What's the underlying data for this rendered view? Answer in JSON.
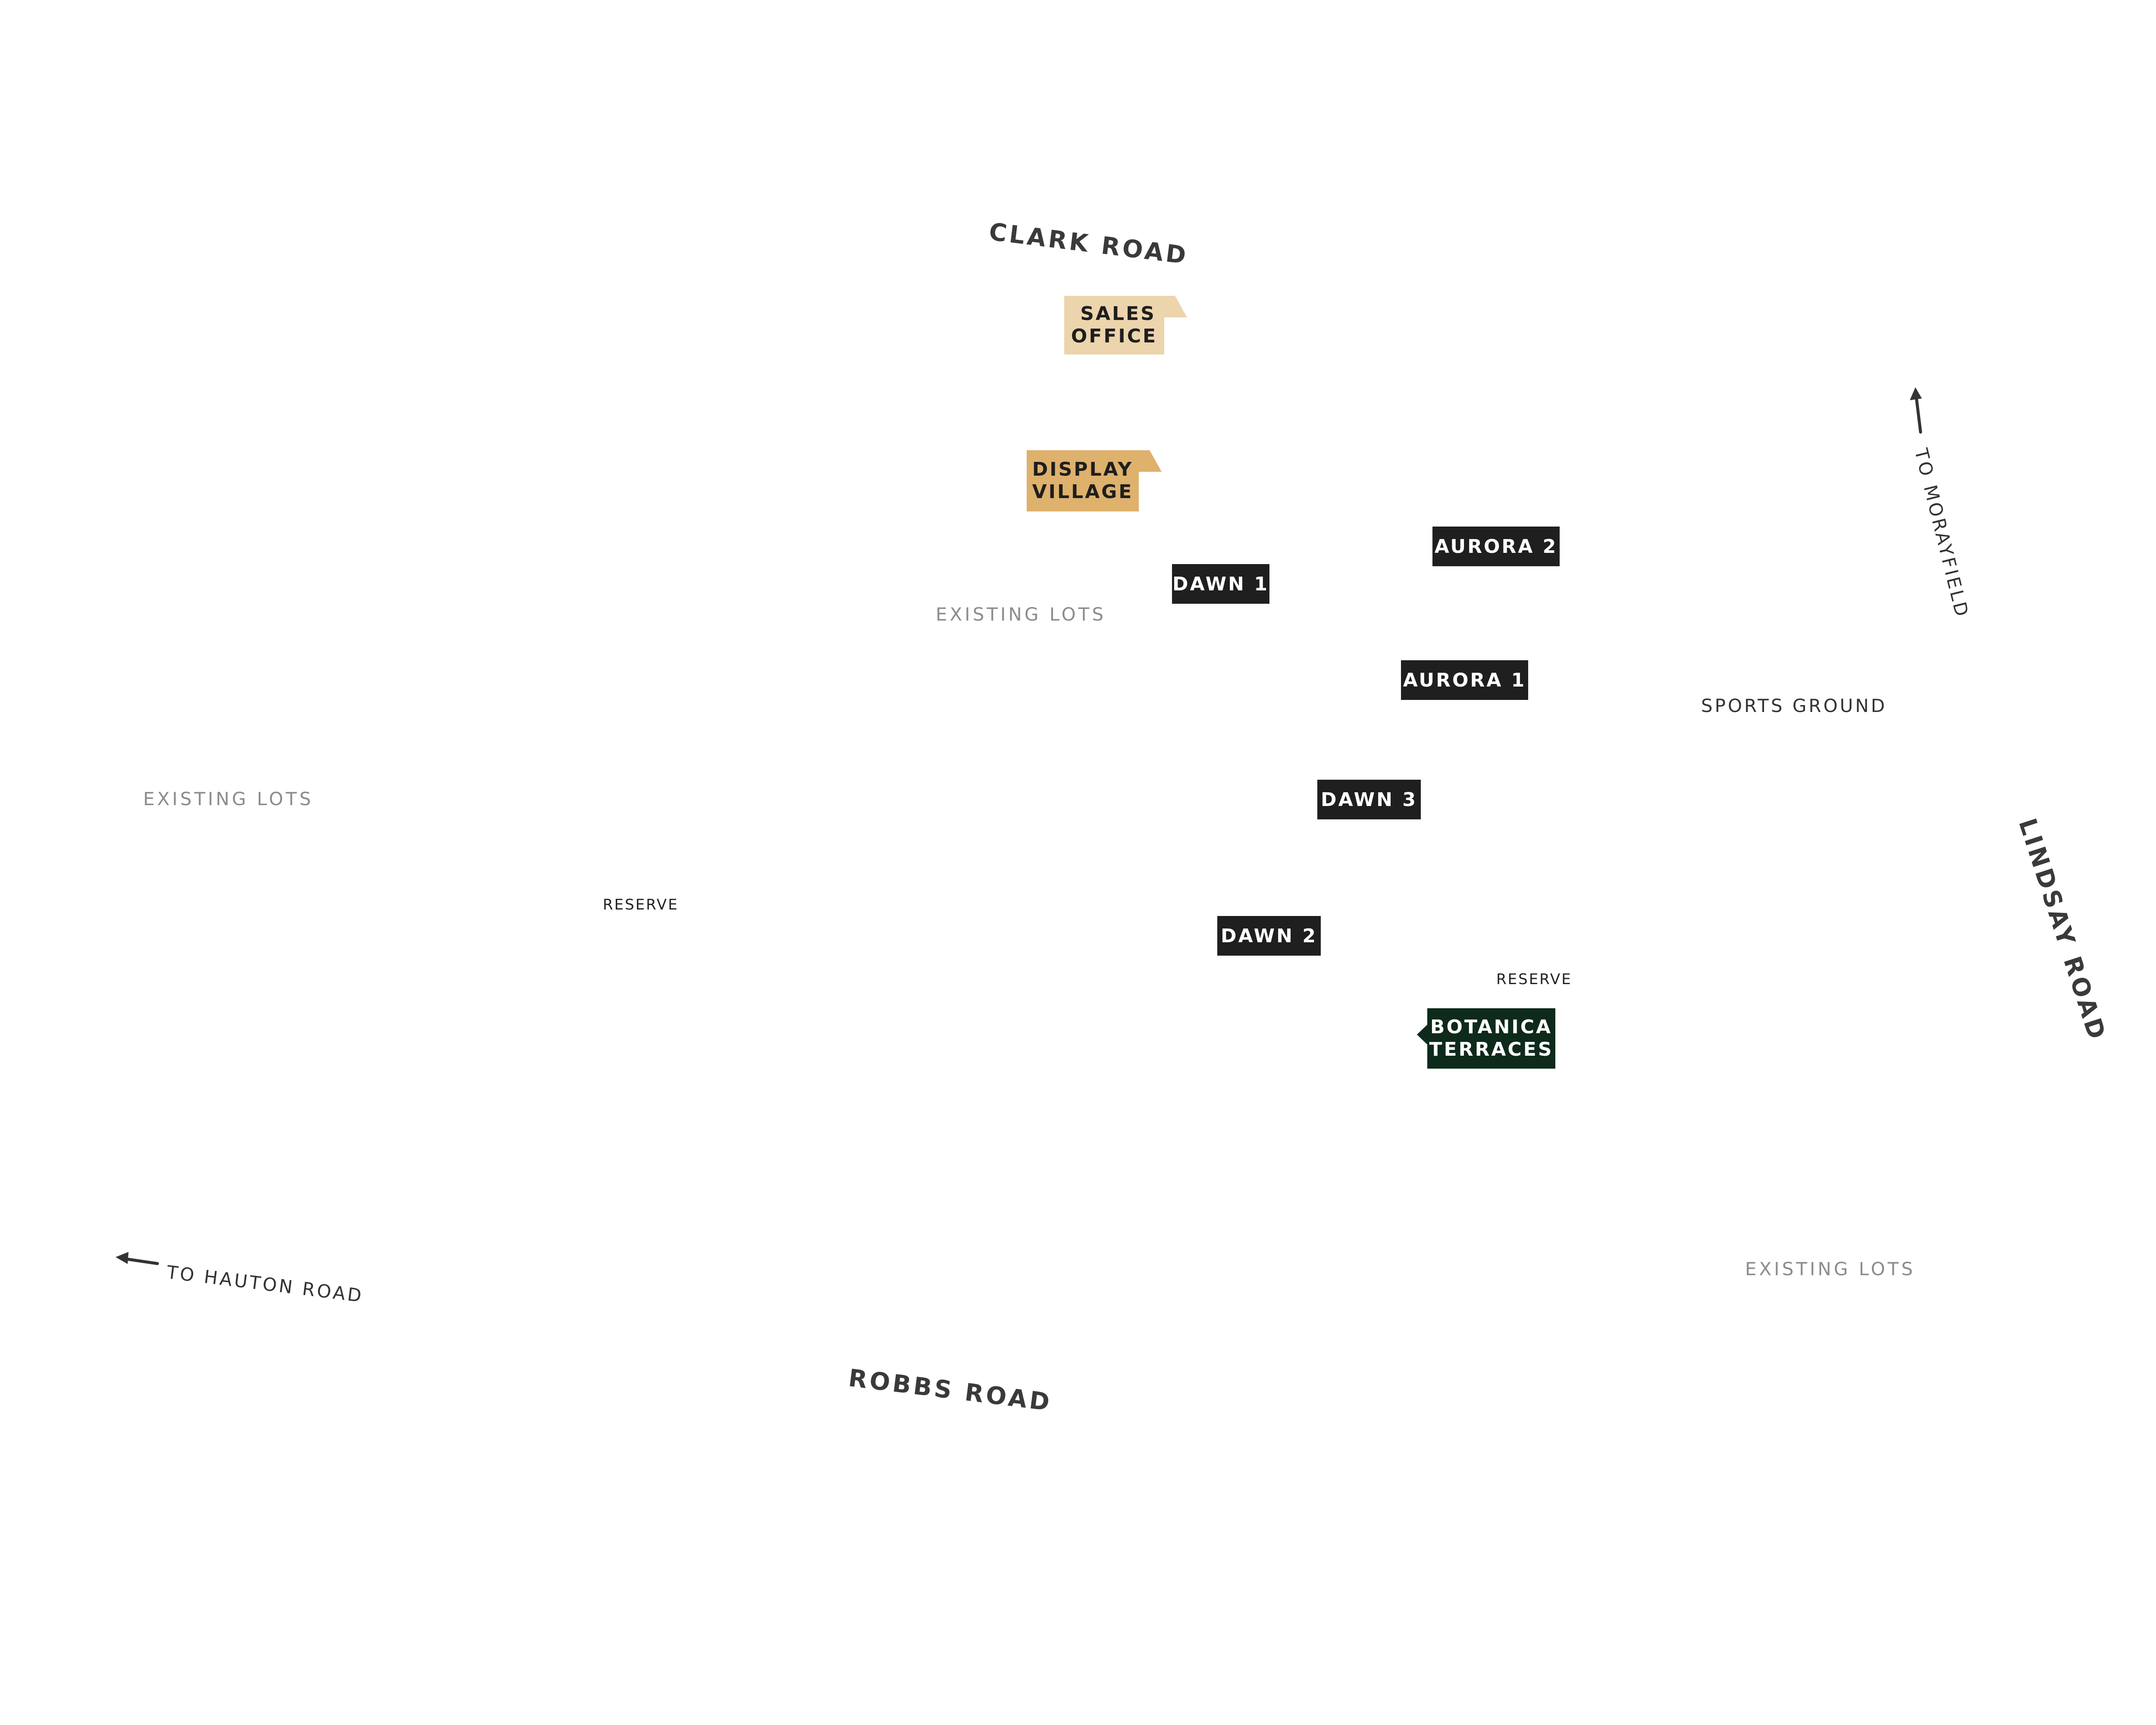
{
  "map": {
    "roads": {
      "north": "CLARK ROAD",
      "south": "ROBBS ROAD",
      "east": "LINDSAY ROAD"
    },
    "directions": {
      "north_east": "TO MORAYFIELD",
      "south_west": "TO HAUTON ROAD"
    },
    "areas": {
      "existing_lots_center": "EXISTING LOTS",
      "existing_lots_west": "EXISTING LOTS",
      "existing_lots_south_east": "EXISTING LOTS",
      "sports_ground": "SPORTS GROUND",
      "reserve_west": "RESERVE",
      "reserve_east": "RESERVE"
    },
    "tags": {
      "sales_office": [
        "SALES",
        "OFFICE"
      ],
      "display_village": [
        "DISPLAY",
        "VILLAGE"
      ],
      "dawn_1": "DAWN 1",
      "dawn_2": "DAWN 2",
      "dawn_3": "DAWN 3",
      "aurora_1": "AURORA 1",
      "aurora_2": "AURORA 2",
      "botanica_terraces": [
        "BOTANICA",
        "TERRACES"
      ]
    },
    "colors": {
      "stage_tag": "#1f1f1f",
      "botanica_tag": "#0d2a1b",
      "sales_office_tag": "#ecd4ac",
      "display_village_tag": "#deb16c",
      "road_text": "#3a3a3a",
      "existing_lots_text": "#8c8c8c"
    }
  }
}
